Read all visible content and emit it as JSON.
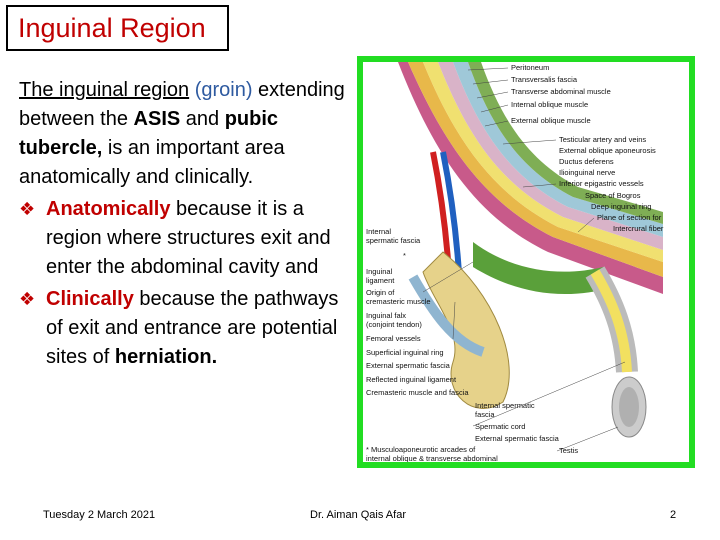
{
  "slide": {
    "title": "Inguinal Region",
    "intro": {
      "term": "The inguinal region",
      "paren": "(groin)",
      "text1": " extending between the ",
      "asis": "ASIS",
      "text2": " and ",
      "pubic": "pubic tubercle,",
      "text3": " is an important area anatomically and clinically."
    },
    "bullets": [
      {
        "key": "Anatomically",
        "text": " because it is a region where structures exit and enter the abdominal cavity and"
      },
      {
        "key": "Clinically",
        "text": " because the pathways of exit and entrance are potential sites of ",
        "tail": "herniation."
      }
    ],
    "footer": {
      "date": "Tuesday 2 March 2021",
      "author": "Dr. Aiman Qais Afar",
      "page": "2"
    }
  },
  "figure": {
    "labels_right": [
      "Peritoneum",
      "Transversalis fascia",
      "Transverse abdominal muscle",
      "Internal oblique muscle",
      "External oblique muscle",
      "Testicular artery and veins",
      "External oblique aponeurosis",
      "Ductus deferens",
      "Ilioinguinal nerve",
      "Inferior epigastric vessels",
      "Space of Bogros",
      "Deep inguinal ring",
      "Plane of section for",
      "Intercrural fiber"
    ],
    "labels_left": [
      "Internal",
      "spermatic fascia",
      "*",
      "Inguinal",
      "ligament",
      "Origin of",
      "cremasteric muscle",
      "Inguinal falx",
      "(conjoint tendon)",
      "Femoral vessels",
      "Superficial inguinal ring",
      "External spermatic fascia",
      "Reflected inguinal ligament",
      "Cremasteric muscle and fascia"
    ],
    "labels_bottom": [
      "Internal spermatic",
      "fascia",
      "Spermatic cord",
      "External spermatic fascia",
      "Testis"
    ],
    "caption": [
      "* Musculoaponeurotic arcades of",
      "internal oblique & transverse abdominal"
    ],
    "frame_color": "#22dd22"
  }
}
